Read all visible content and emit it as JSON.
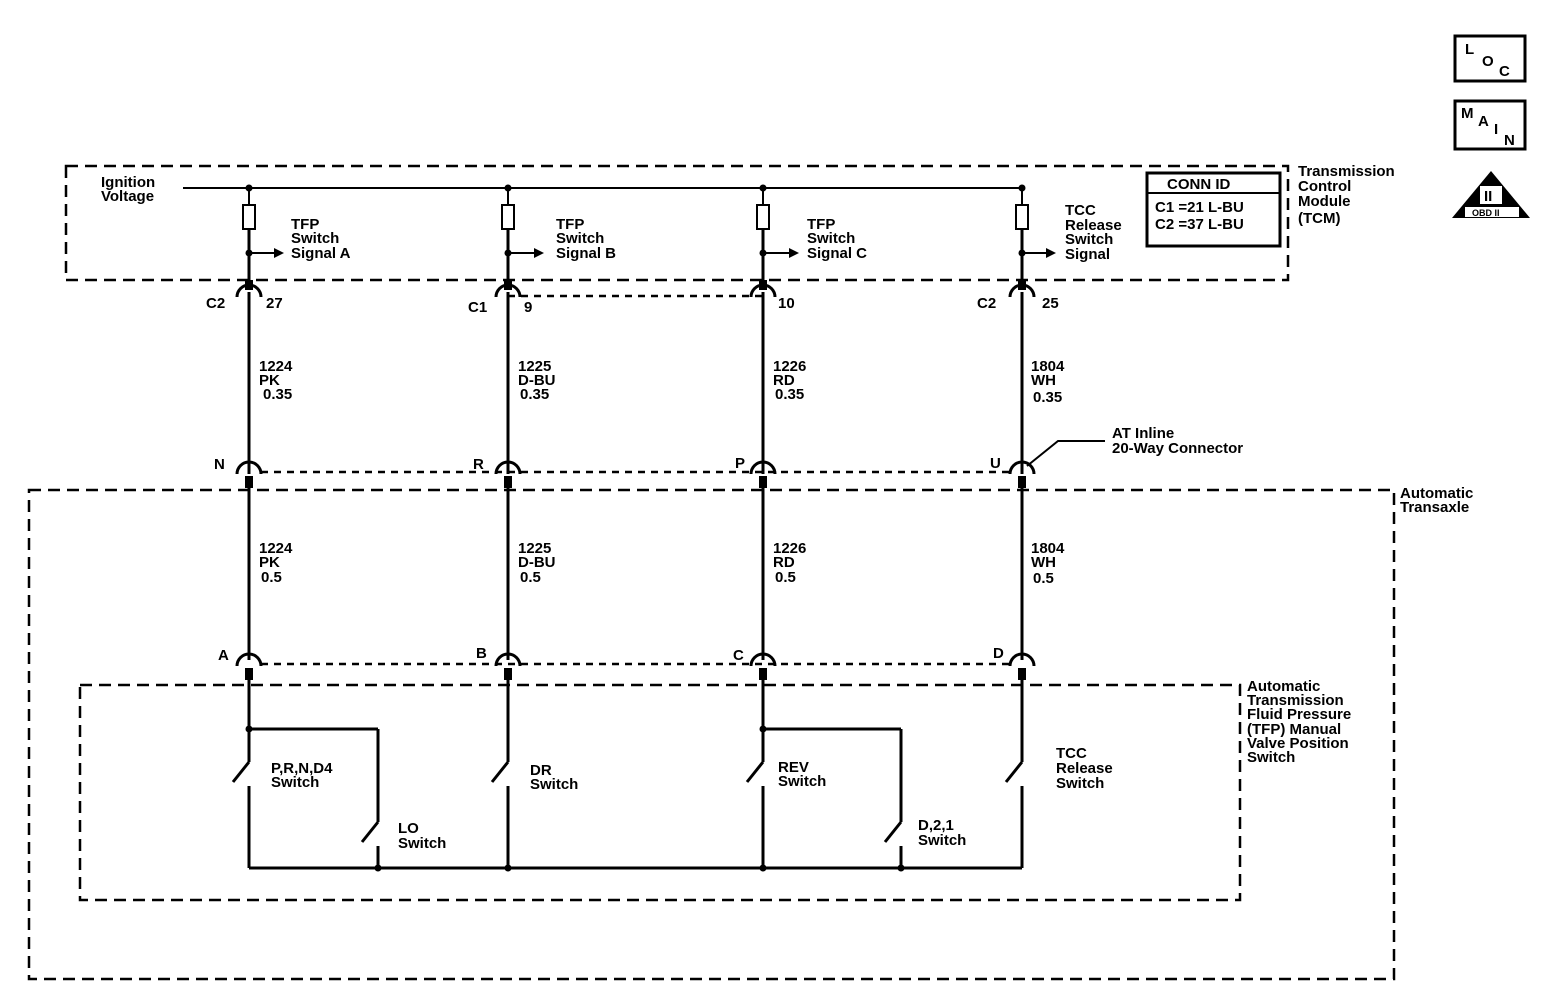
{
  "icons": {
    "loc": {
      "l1": "L",
      "l2": "O",
      "l3": "C"
    },
    "main": {
      "l1": "M",
      "l2": "A",
      "l3": "I",
      "l4": "N"
    },
    "obd": {
      "numeral": "II",
      "label": "OBD II"
    }
  },
  "tcm": {
    "label": [
      "Transmission",
      "Control",
      "Module",
      "(TCM)"
    ],
    "ignition": [
      "Ignition",
      "Voltage"
    ],
    "conn_id": {
      "title": "CONN ID",
      "rows": [
        "C1 =21 L-BU",
        "C2 =37 L-BU"
      ]
    }
  },
  "circuits": [
    {
      "signal": [
        "TFP",
        "Switch",
        "Signal A"
      ],
      "tcm_connector": "C2",
      "tcm_pin": "27",
      "upper_wire": [
        "1224",
        "PK",
        "0.35"
      ],
      "inline_pin": "N",
      "lower_wire": [
        "1224",
        "PK",
        "0.5"
      ],
      "switch_pin": "A"
    },
    {
      "signal": [
        "TFP",
        "Switch",
        "Signal B"
      ],
      "tcm_connector": "C1",
      "tcm_pin": "9",
      "upper_wire": [
        "1225",
        "D-BU",
        "0.35"
      ],
      "inline_pin": "R",
      "lower_wire": [
        "1225",
        "D-BU",
        "0.5"
      ],
      "switch_pin": "B"
    },
    {
      "signal": [
        "TFP",
        "Switch",
        "Signal C"
      ],
      "tcm_connector": "",
      "tcm_pin": "10",
      "upper_wire": [
        "1226",
        "RD",
        "0.35"
      ],
      "inline_pin": "P",
      "lower_wire": [
        "1226",
        "RD",
        "0.5"
      ],
      "switch_pin": "C"
    },
    {
      "signal": [
        "TCC",
        "Release",
        "Switch",
        "Signal"
      ],
      "tcm_connector": "C2",
      "tcm_pin": "25",
      "upper_wire": [
        "1804",
        "WH",
        "0.35"
      ],
      "inline_pin": "U",
      "lower_wire": [
        "1804",
        "WH",
        "0.5"
      ],
      "switch_pin": "D"
    }
  ],
  "inline_connector": [
    "AT Inline",
    "20-Way Connector"
  ],
  "transaxle_label": [
    "Automatic",
    "Transaxle"
  ],
  "tfp_label": [
    "Automatic",
    "Transmission",
    "Fluid Pressure",
    "(TFP) Manual",
    "Valve Position",
    "Switch"
  ],
  "switches": {
    "prnd4": [
      "P,R,N,D4",
      "Switch"
    ],
    "lo": [
      "LO",
      "Switch"
    ],
    "dr": [
      "DR",
      "Switch"
    ],
    "rev": [
      "REV",
      "Switch"
    ],
    "d21": [
      "D,2,1",
      "Switch"
    ],
    "tcc": [
      "TCC",
      "Release",
      "Switch"
    ]
  }
}
